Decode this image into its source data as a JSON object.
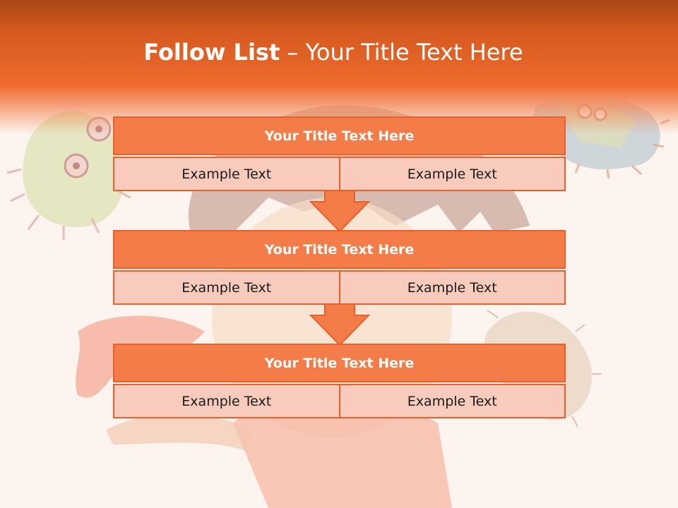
{
  "slide": {
    "title_bold": "Follow List",
    "title_separator": " – ",
    "title_rest": "Your Title Text Here"
  },
  "blocks": [
    {
      "title": "Your Title Text Here",
      "left": "Example Text",
      "right": "Example Text"
    },
    {
      "title": "Your Title Text Here",
      "left": "Example Text",
      "right": "Example Text"
    },
    {
      "title": "Your Title Text Here",
      "left": "Example Text",
      "right": "Example Text"
    }
  ],
  "colors": {
    "header_dark": "#a84717",
    "header_orange": "#ee6a2c",
    "block_title_fill": "#f47c48",
    "block_border": "#e8602a",
    "cell_fill": "#f9cbbd",
    "background": "#fdf3ef"
  }
}
